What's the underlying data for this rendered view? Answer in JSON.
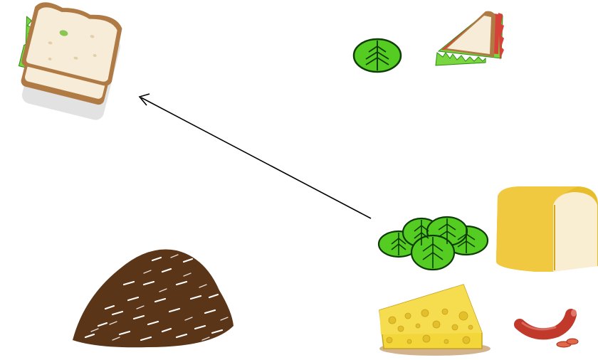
{
  "scene": {
    "background": "#ffffff",
    "items": [
      {
        "id": "sandwich-large",
        "icon": "sandwich-icon"
      },
      {
        "id": "lettuce-single",
        "icon": "lettuce-leaf-icon"
      },
      {
        "id": "sandwich-half",
        "icon": "half-sandwich-icon"
      },
      {
        "id": "bread-loaf",
        "icon": "bread-loaf-icon"
      },
      {
        "id": "lettuce-pile",
        "icon": "lettuce-pile-icon"
      },
      {
        "id": "cheese-wedge",
        "icon": "cheese-wedge-icon"
      },
      {
        "id": "sausage",
        "icon": "sausage-icon"
      },
      {
        "id": "seasoning-pile",
        "icon": "seasoning-pile-icon"
      }
    ],
    "connector": {
      "icon": "arrow-icon",
      "from": "lettuce-pile",
      "to": "sandwich-large"
    }
  },
  "colors": {
    "bread_crust": "#b07a45",
    "bread_inside": "#f7ecd7",
    "lettuce": "#55cc22",
    "lettuce_dark": "#1f7a12",
    "tomato": "#d8413a",
    "cheese": "#f3d63a",
    "cheese_hole": "#e7c12d",
    "sausage": "#c0392b",
    "seasoning": "#5a3518",
    "arrow": "#000000"
  }
}
